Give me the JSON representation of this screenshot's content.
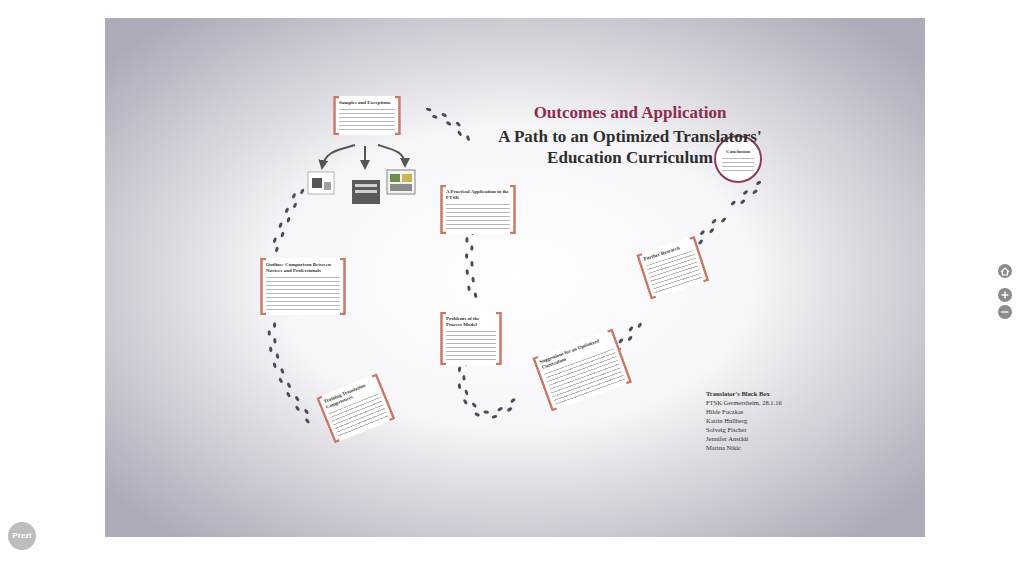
{
  "diagram": {
    "title": "Outcomes and Application",
    "nodes": [
      {
        "text": [
          "Samples and Exceptions"
        ]
      },
      {
        "text": [
          "Outline: Comparison Between Novices and Professionals"
        ]
      },
      {
        "text": [
          "Training Translation Competences"
        ]
      },
      {
        "text": [
          "A Practical Application in the FTSK"
        ]
      },
      {
        "text": [
          "Problems of the Process Model"
        ]
      },
      {
        "text": [
          "Suggestions for an Optimized Curriculum"
        ]
      },
      {
        "text": [
          "Further Research"
        ]
      },
      {
        "text": [
          "Conclusion"
        ]
      }
    ],
    "labels": [
      "A Path to an Optimized Translators' Education Curriculum",
      "Translator's Black Box",
      "FTSK Germersheim, 28.1.16",
      "Hilde Fuczkas",
      "Katrin Hullberg",
      "Solveig Fischer",
      "Jennifer Anstädt",
      "Marina Nikic",
      "Prezi"
    ]
  }
}
